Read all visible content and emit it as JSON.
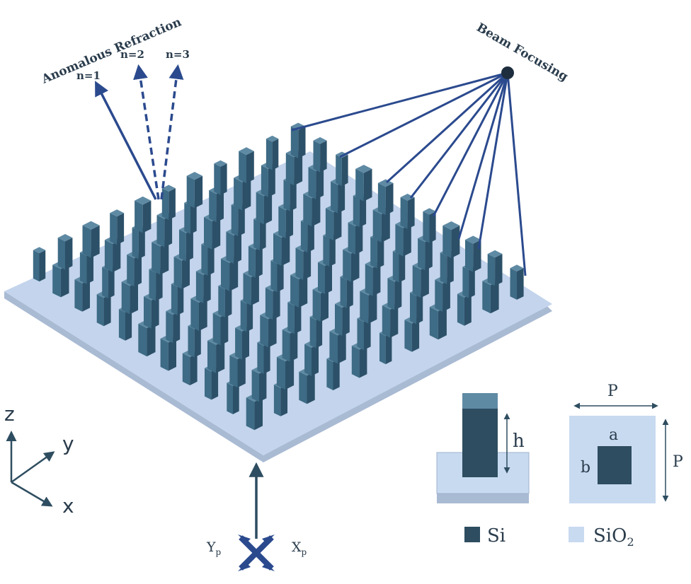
{
  "labels": {
    "anomalous_refraction": "Anomalous Refraction",
    "n1": "n=1",
    "n2": "n=2",
    "n3": "n=3",
    "beam_focusing": "Beam Focusing",
    "axis_z": "z",
    "axis_y": "y",
    "axis_x": "x",
    "pol_y": "Y",
    "pol_y_sub": "p",
    "pol_x": "X",
    "pol_x_sub": "p",
    "height": "h",
    "period_top": "P",
    "period_right": "P",
    "side_a": "a",
    "side_b": "b",
    "legend_si": "Si",
    "legend_sio2": "SiO",
    "legend_sio2_sub": "2"
  },
  "colors": {
    "pillar_top": "#5f8aa4",
    "pillar_left": "#3e6b85",
    "pillar_right": "#2c5068",
    "substrate_top": "#c3d4ec",
    "substrate_edge": "#a9bad3",
    "line": "#2b4a8e",
    "text": "#2a3c4c",
    "si_fill": "#2e4d60",
    "sio2_fill": "#c8daf0"
  },
  "array": {
    "rows": 11,
    "cols": 11
  }
}
